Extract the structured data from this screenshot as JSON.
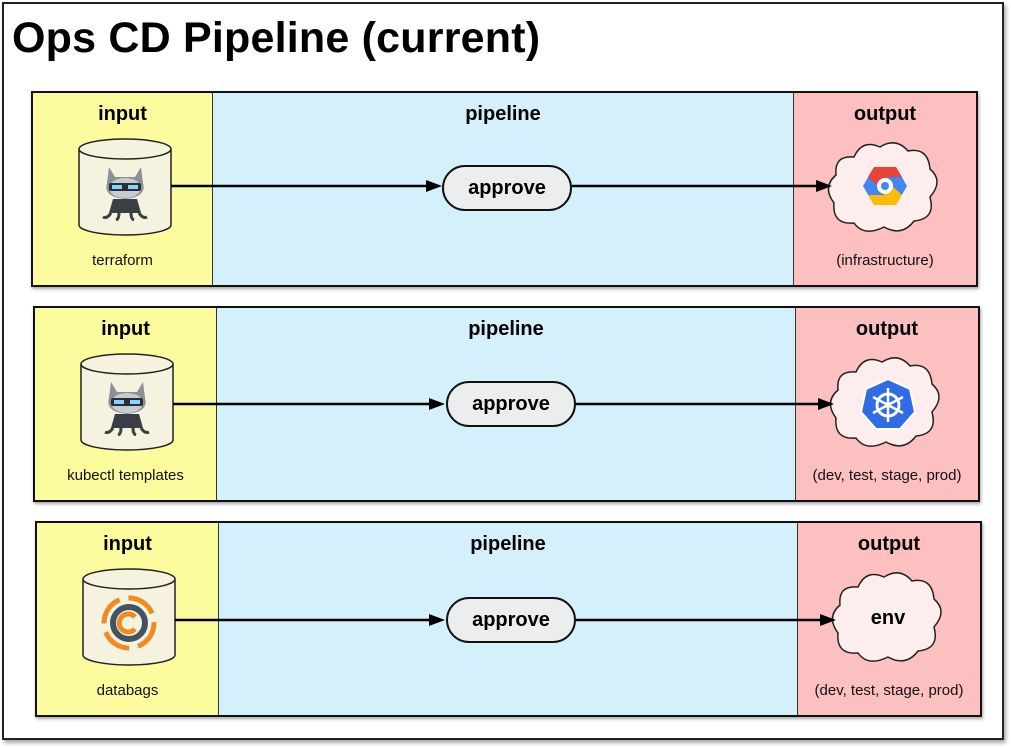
{
  "title": "Ops CD Pipeline (current)",
  "rows": [
    {
      "input_head": "input",
      "pipeline_head": "pipeline",
      "output_head": "output",
      "input_label": "terraform",
      "input_icon": "github-octocat-icon",
      "stage": "approve",
      "output_icon": "google-cloud-icon",
      "output_label": "(infrastructure)",
      "output_text": ""
    },
    {
      "input_head": "input",
      "pipeline_head": "pipeline",
      "output_head": "output",
      "input_label": "kubectl templates",
      "input_icon": "github-octocat-icon",
      "stage": "approve",
      "output_icon": "kubernetes-icon",
      "output_label": "(dev, test, stage, prod)",
      "output_text": ""
    },
    {
      "input_head": "input",
      "pipeline_head": "pipeline",
      "output_head": "output",
      "input_label": "databags",
      "input_icon": "chef-icon",
      "stage": "approve",
      "output_icon": "",
      "output_label": "(dev, test, stage, prod)",
      "output_text": "env"
    }
  ],
  "colors": {
    "input": "#fcfc9f",
    "pipeline": "#d3f0fb",
    "output": "#fdc0c0",
    "stage": "#ecedee"
  }
}
